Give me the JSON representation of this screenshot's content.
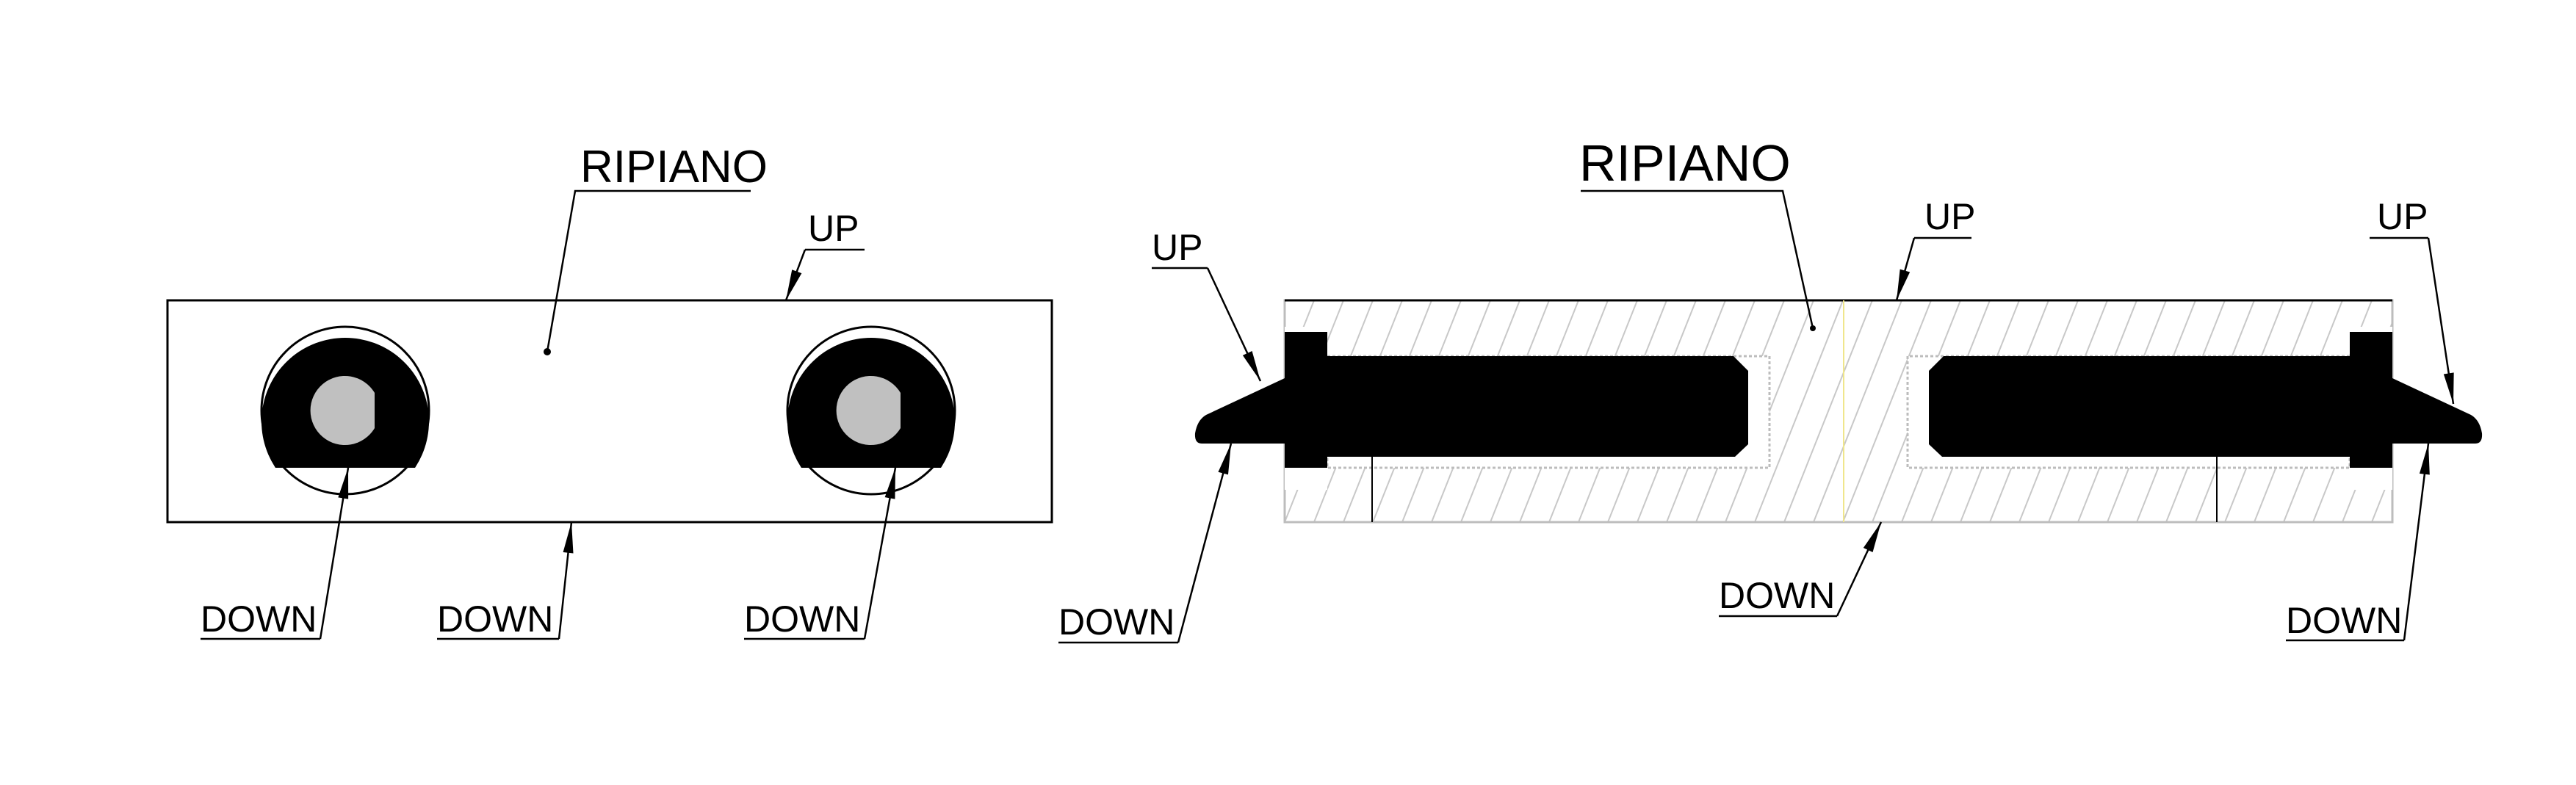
{
  "colors": {
    "ink": "#000000",
    "hatch": "#c8c8c8",
    "pin": "#c0c0c0",
    "axis": "#f0e68c"
  },
  "left_view": {
    "title": "RIPIANO",
    "up": "UP",
    "down_labels": [
      "DOWN",
      "DOWN",
      "DOWN"
    ]
  },
  "right_view": {
    "title": "RIPIANO",
    "up_labels": [
      "UP",
      "UP",
      "UP"
    ],
    "down_labels": [
      "DOWN",
      "DOWN",
      "DOWN"
    ]
  }
}
